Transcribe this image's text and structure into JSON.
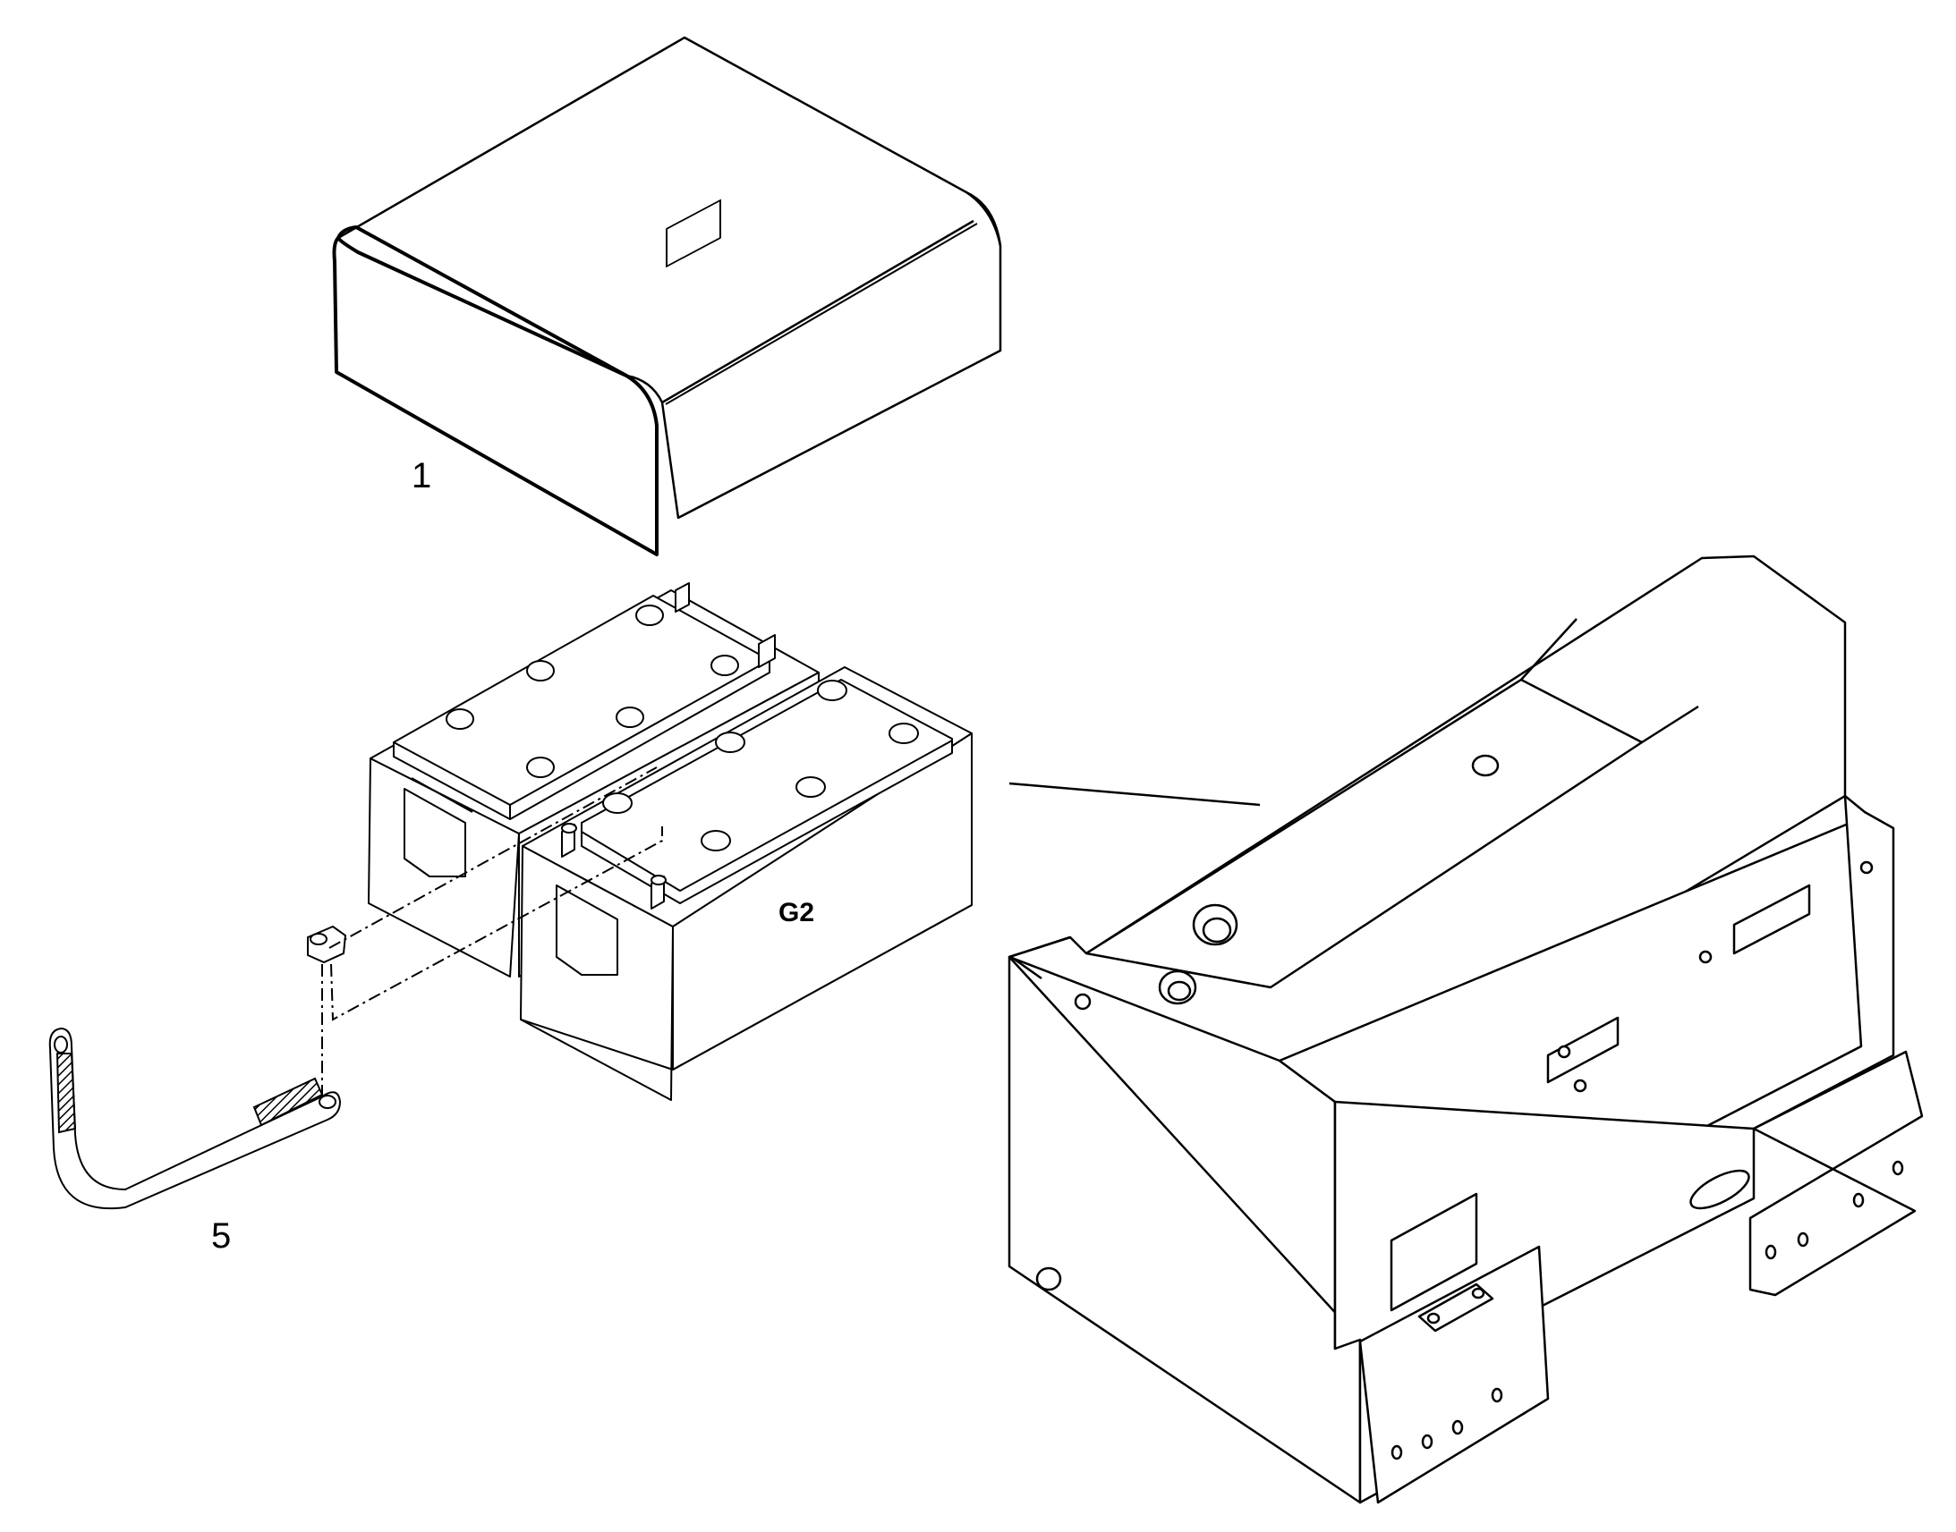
{
  "diagram": {
    "callouts": {
      "cover": "1",
      "strap": "5",
      "battery_ref": "G2"
    },
    "colors": {
      "line": "#000000",
      "background": "#ffffff",
      "hatch": "#000000"
    }
  }
}
